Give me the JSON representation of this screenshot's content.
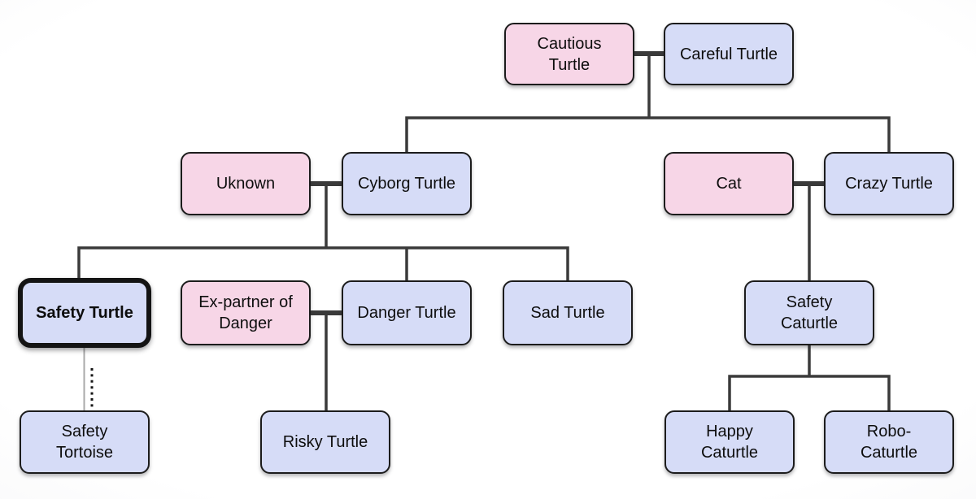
{
  "diagram": {
    "type": "family-tree",
    "selected_node": "Safety Turtle",
    "colors": {
      "partner_fill_pink": "#f7d6e7",
      "member_fill_blue": "#d6dcf7",
      "box_border": "#1c1c1c",
      "connector": "#3a3a3a",
      "selected_border": "#141414",
      "special_link_gray": "#a9a9a9"
    },
    "nodes": [
      {
        "id": "cautious-turtle",
        "label": "Cautious\nTurtle"
      },
      {
        "id": "careful-turtle",
        "label": "Careful Turtle"
      },
      {
        "id": "uknown",
        "label": "Uknown"
      },
      {
        "id": "cyborg-turtle",
        "label": "Cyborg Turtle"
      },
      {
        "id": "cat",
        "label": "Cat"
      },
      {
        "id": "crazy-turtle",
        "label": "Crazy Turtle"
      },
      {
        "id": "safety-turtle",
        "label": "Safety Turtle"
      },
      {
        "id": "ex-partner-of-danger",
        "label": "Ex-partner of\nDanger"
      },
      {
        "id": "danger-turtle",
        "label": "Danger Turtle"
      },
      {
        "id": "sad-turtle",
        "label": "Sad Turtle"
      },
      {
        "id": "safety-caturtle",
        "label": "Safety\nCaturtle"
      },
      {
        "id": "safety-tortoise",
        "label": "Safety\nTortoise"
      },
      {
        "id": "risky-turtle",
        "label": "Risky Turtle"
      },
      {
        "id": "happy-caturtle",
        "label": "Happy\nCaturtle"
      },
      {
        "id": "robo-caturtle",
        "label": "Robo-\nCaturtle"
      }
    ],
    "relationships": {
      "couples": [
        [
          "Cautious Turtle",
          "Careful Turtle"
        ],
        [
          "Uknown",
          "Cyborg Turtle"
        ],
        [
          "Cat",
          "Crazy Turtle"
        ],
        [
          "Ex-partner of Danger",
          "Danger Turtle"
        ]
      ],
      "children": [
        {
          "parents": "Cautious Turtle + Careful Turtle",
          "children": [
            "Cyborg Turtle",
            "Crazy Turtle"
          ]
        },
        {
          "parents": "Uknown + Cyborg Turtle",
          "children": [
            "Safety Turtle",
            "Danger Turtle",
            "Sad Turtle"
          ]
        },
        {
          "parents": "Cat + Crazy Turtle",
          "children": [
            "Safety Caturtle"
          ]
        },
        {
          "parents": "Ex-partner of Danger + Danger Turtle",
          "children": [
            "Risky Turtle"
          ]
        },
        {
          "parents": "Safety Caturtle",
          "children": [
            "Happy Caturtle",
            "Robo-Caturtle"
          ]
        },
        {
          "parents": "Safety Turtle",
          "children": [
            "Safety Tortoise"
          ],
          "link_style": "gray-dotted"
        }
      ]
    }
  }
}
